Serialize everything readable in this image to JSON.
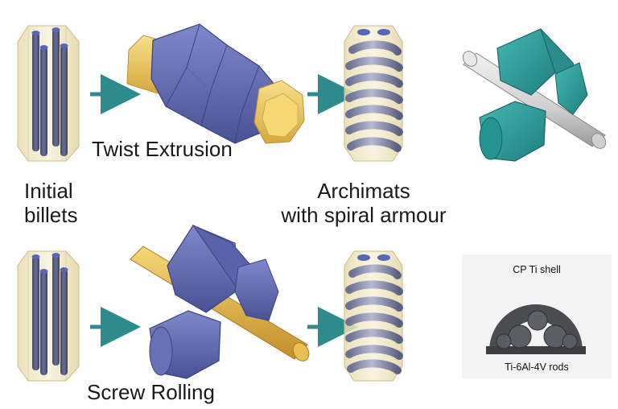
{
  "labels": {
    "initial_line1": "Initial",
    "initial_line2": "billets",
    "twist": "Twist Extrusion",
    "archimats_line1": "Archimats",
    "archimats_line2": "with spiral armour",
    "screw": "Screw Rolling"
  },
  "photo": {
    "top_label": "CP Ti shell",
    "bottom_label": "Ti-6Al-4V rods"
  },
  "colors": {
    "arrow": "#2e8b8b",
    "rod": "#5a5f86",
    "rod_cap": "#5866b8",
    "billet_fill": "#efe8c6",
    "die_blue": "#6a72b8",
    "die_yellow": "#f0d36a",
    "roller_teal": "#2e9a98",
    "spiral": "#8a8fae",
    "shaft_gray": "#d8d8d8",
    "shaft_yellow": "#e8bb45"
  }
}
